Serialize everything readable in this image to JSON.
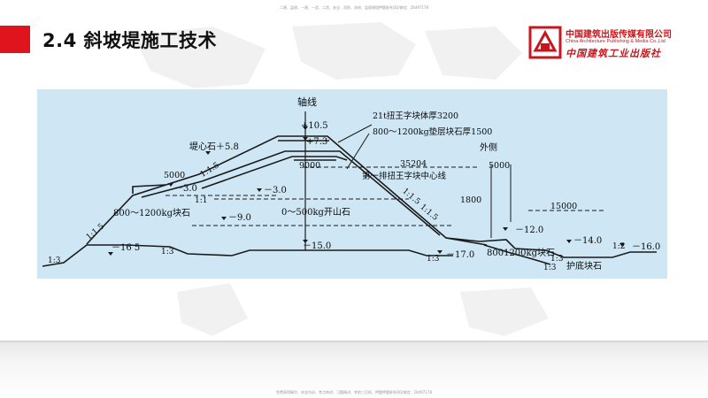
{
  "header": {
    "top_note": "二建、监理、一建、一造、二造、安全、消防、咨询、监理课程押题联系QQ/微信：28497178",
    "title": "2.4 斜坡堤施工技术",
    "bottom_note": "免费获得精华、夹金内训、考点串讲、习题精讲、考前三页纸、押题押题联系QQ/微信：28497178"
  },
  "logo": {
    "name_cn": "中国建筑出版传媒有限公司",
    "name_en": "China Architecture Publishing & Media Co.,Ltd",
    "name_cal": "中国建筑工业出版社",
    "icon": "publisher-logo-icon",
    "color": "#c8161d"
  },
  "colors": {
    "accent": "#e0141c",
    "diagram_bg": "#cfe7f5"
  },
  "diagram": {
    "axis_label": "轴线",
    "elev_top": "+10.5",
    "elev_crown": "+7.3",
    "embankment_core_elev": "堤心石＋5.8",
    "block_label": "21t扭王字块体厚3200",
    "cushion_label": "800～1200kg垫层块石厚1500",
    "outside_label": "外侧",
    "w9000": "9000",
    "w35204": "35204",
    "w5000_left": "5000",
    "w5000_right": "5000",
    "centerline_label": "第一排扭王字块中心线",
    "elev_m3_left": "－3.0",
    "elev_m3_mid": "－3.0",
    "slope_15a": "1:1.5",
    "slope_1a": "1:1",
    "slope_15b": "1:1.5",
    "slope_15c": "1:1.5",
    "slope_15d": "1:1.5",
    "w1800": "1800",
    "w15000": "15000",
    "left_rock_label": "800～1200kg块石",
    "elev_m9": "－9.0",
    "quarry_label": "0～500kg开山石",
    "elev_m12": "－12.0",
    "elev_m14": "－14.0",
    "elev_m16_left": "－16 5",
    "slope_13a": "1:3",
    "slope_13b": "1:3",
    "elev_m15": "－15.0",
    "slope_13c": "1:3",
    "elev_m17": "－17.0",
    "right_rock_label": "8001200kg块石",
    "slope_12": "1:2",
    "elev_m16_right": "－16.0",
    "slope_13d": "1:3",
    "toe_label": "护底块石",
    "slope_13e": "1:3"
  }
}
